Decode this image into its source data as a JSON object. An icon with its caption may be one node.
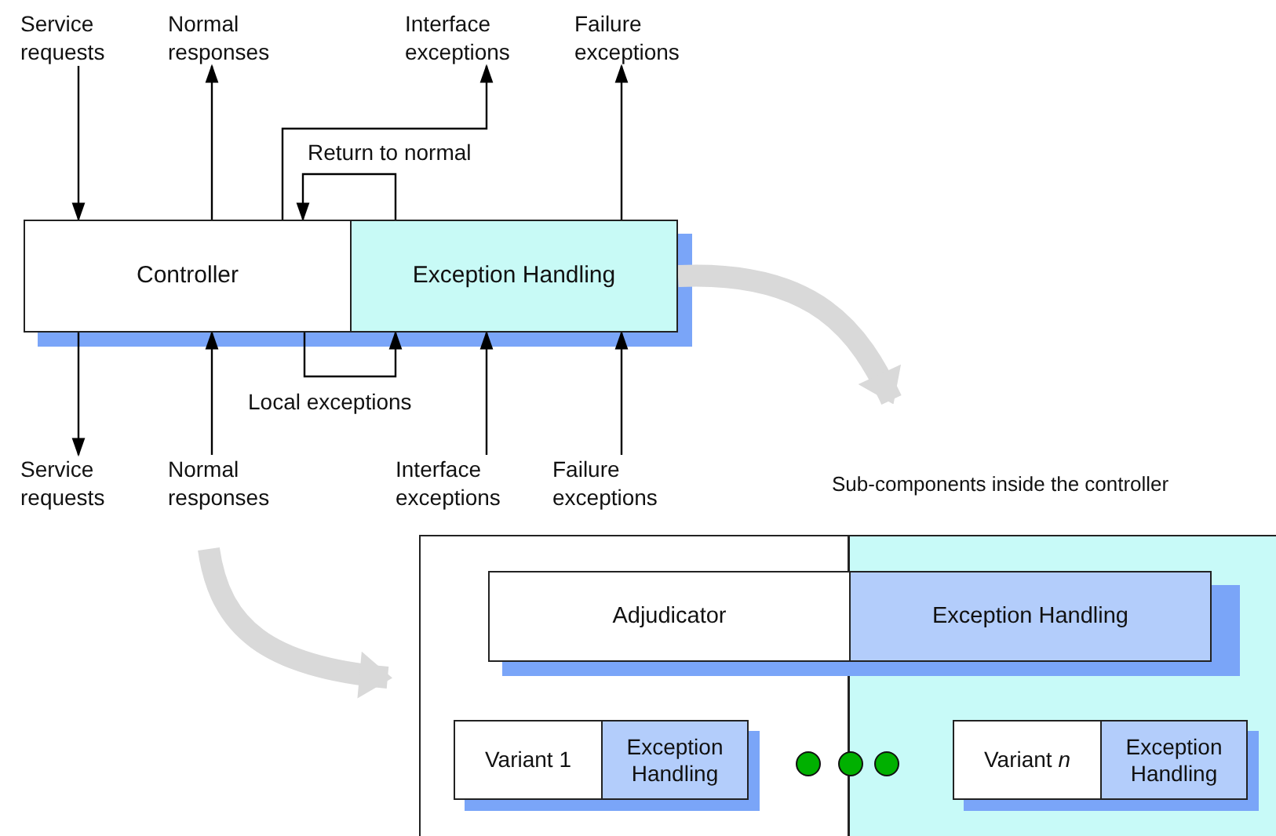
{
  "diagram": {
    "nodes": [
      {
        "text": [
          "Service requests"
        ]
      },
      {
        "text": [
          "Normal responses"
        ]
      },
      {
        "text": [
          "Interface exceptions"
        ]
      },
      {
        "text": [
          "Failure exceptions"
        ]
      },
      {
        "text": [
          "Controller"
        ]
      },
      {
        "text": [
          "Exception Handling"
        ]
      },
      {
        "text": [
          "Service requests"
        ]
      },
      {
        "text": [
          "Normal responses"
        ]
      },
      {
        "text": [
          "Interface exceptions"
        ]
      },
      {
        "text": [
          "Failure exceptions"
        ]
      },
      {
        "text": [],
        "shape": "box"
      },
      {
        "text": [
          "Adjudicator"
        ],
        "in": 10
      },
      {
        "text": [
          "Exception Handling"
        ],
        "in": 10
      },
      {
        "text": [
          "Variant 1"
        ],
        "in": 10
      },
      {
        "text": [
          "Exception Handling"
        ],
        "in": 10
      },
      {
        "text": [
          "Variant *n*"
        ],
        "in": 10
      },
      {
        "text": [
          "Exception Handling"
        ],
        "in": 10
      }
    ],
    "edges": [
      {
        "from": 0,
        "to": 4,
        "arrow": "to"
      },
      {
        "from": 4,
        "to": 1,
        "arrow": "to"
      },
      {
        "from": 4,
        "to": 2,
        "arrow": "to"
      },
      {
        "from": 5,
        "to": 4,
        "arrow": "to",
        "label": "Return to normal"
      },
      {
        "from": 5,
        "to": 3,
        "arrow": "to"
      },
      {
        "from": 4,
        "to": 6,
        "arrow": "to"
      },
      {
        "from": 7,
        "to": 4,
        "arrow": "to"
      },
      {
        "from": 4,
        "to": 5,
        "arrow": "to",
        "label": "Local exceptions"
      },
      {
        "from": 8,
        "to": 5,
        "arrow": "to"
      },
      {
        "from": 9,
        "to": 5,
        "arrow": "to"
      },
      {
        "from": 5,
        "to": null,
        "arrow": "to",
        "style": "thick",
        "color": "#d9d9d9"
      },
      {
        "from": null,
        "to": 10,
        "arrow": "to",
        "style": "thick",
        "color": "#d9d9d9"
      }
    ],
    "labels": [
      "Sub-components inside the controller"
    ]
  }
}
